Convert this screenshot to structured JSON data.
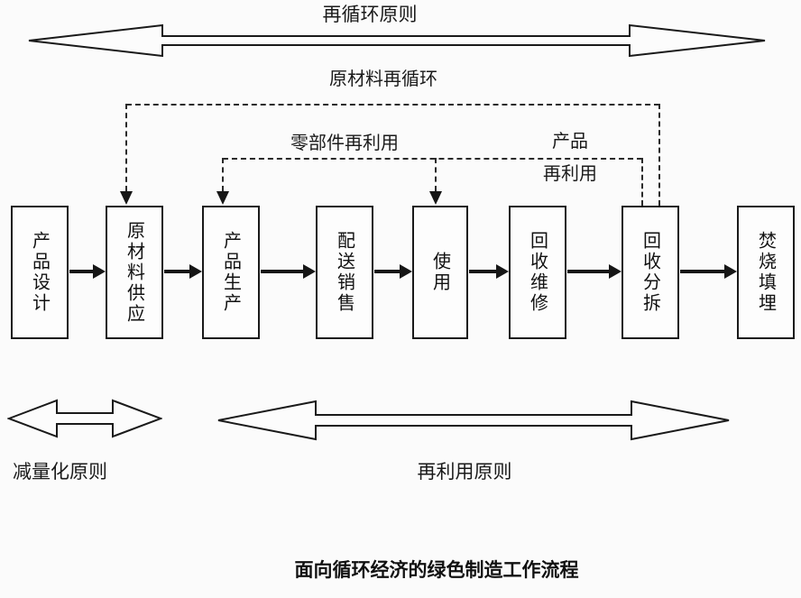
{
  "diagram": {
    "caption": "面向循环经济的绿色制造工作流程",
    "principles": {
      "recycle": "再循环原则",
      "reduce": "减量化原则",
      "reuse": "再利用原则"
    },
    "loops": {
      "raw_material": "原材料再循环",
      "parts_reuse": "零部件再利用",
      "product_reuse_line1": "产品",
      "product_reuse_line2": "再利用"
    },
    "stages": [
      "产品设计",
      "原材料供应",
      "产品生产",
      "配送销售",
      "使用",
      "回收维修",
      "回收分拆",
      "焚烧填埋"
    ],
    "colors": {
      "line": "#1a1a1a",
      "background": "#fbfbfb"
    }
  }
}
